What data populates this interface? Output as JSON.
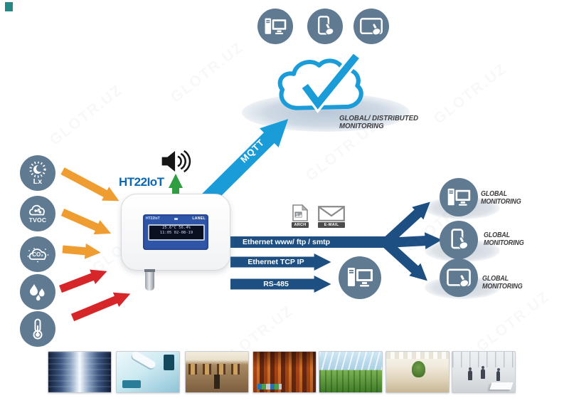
{
  "watermark": {
    "text": "GLOTR.UZ"
  },
  "colors": {
    "bright_blue": "#1a9cd8",
    "navy": "#1e4f82",
    "slate_circle": "#5f7a91",
    "orange_arrow": "#ef9d30",
    "red_arrow": "#d6262a",
    "green_arrow": "#2f9e41",
    "device_panel_blue": "#2f55a8",
    "device_label_blue": "#0d68b0"
  },
  "cloud": {
    "label_line1": "GLOBAL/ DISTRIBUTED",
    "label_line2": "MONITORING",
    "icon": "cloud-checkmark-icon",
    "top_icons": [
      "desktop-computer-icon",
      "smartphone-touch-icon",
      "tablet-touch-icon"
    ]
  },
  "mqtt": {
    "label": "MQTT"
  },
  "alarm": {
    "icon": "speaker-icon",
    "arrow_icon": "green-up-arrow"
  },
  "device": {
    "label": "HT22IoT",
    "screen": {
      "model": "HT22IoT",
      "brand": "LANEL",
      "lcd_line1": "25.6°C 56.4%",
      "lcd_line2": "11:05 02-08-19"
    }
  },
  "sensors": [
    {
      "label": "Lx",
      "icon": "illuminance-icon"
    },
    {
      "label": "TVOC",
      "icon": "tvoc-cloud-icon"
    },
    {
      "label": "CO₂",
      "icon": "co2-cloud-icon"
    },
    {
      "label": "",
      "icon": "humidity-drops-icon"
    },
    {
      "label": "",
      "icon": "thermometer-icon"
    }
  ],
  "outputs": {
    "arch_label": "ARCH",
    "email_label": "E-MAIL",
    "channel1": "Ethernet www/ ftp / smtp",
    "channel2": "Ethernet TCP IP",
    "channel3": "RS-485",
    "local_node_icon": "desktop-computer-icon"
  },
  "monitoring": [
    {
      "line1": "GLOBAL",
      "line2": "MONITORING",
      "icon": "desktop-computer-icon"
    },
    {
      "line1": "GLOBAL",
      "line2": "MONITORING",
      "icon": "smartphone-touch-icon"
    },
    {
      "line1": "GLOBAL",
      "line2": "MONITORING",
      "icon": "tablet-touch-icon"
    }
  ],
  "photos": [
    {
      "name": "cold-storage-warehouse"
    },
    {
      "name": "laboratory"
    },
    {
      "name": "art-gallery"
    },
    {
      "name": "industrial-warehouse"
    },
    {
      "name": "greenhouse"
    },
    {
      "name": "shopping-mall"
    },
    {
      "name": "office"
    }
  ]
}
